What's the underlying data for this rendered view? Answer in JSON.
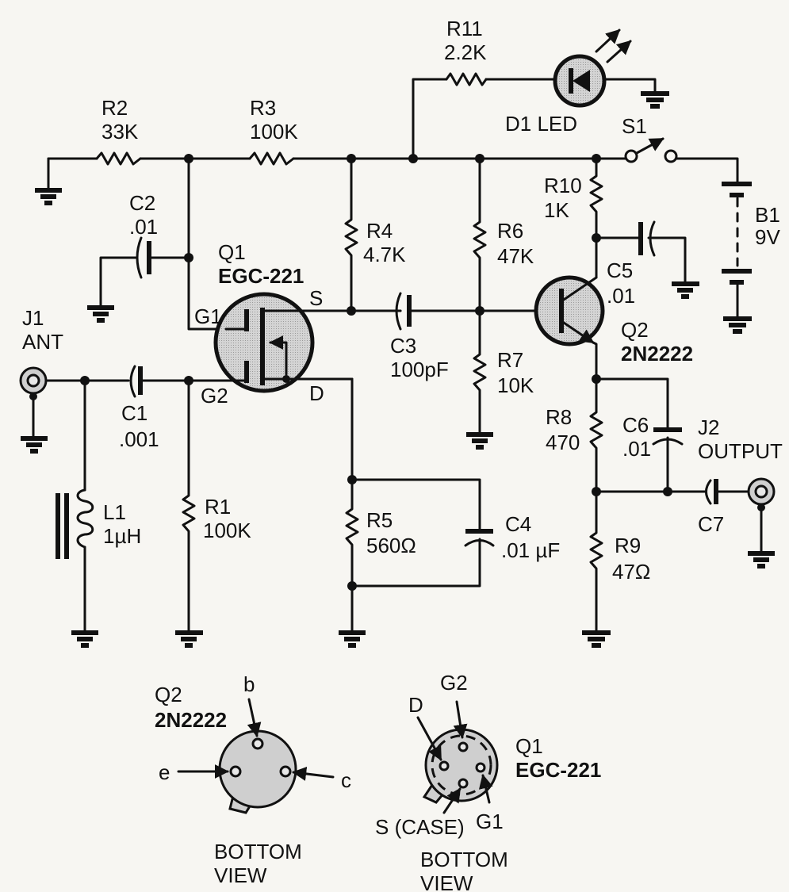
{
  "diagram": {
    "type": "circuit-schematic",
    "colors": {
      "ink": "#111111",
      "component_fill": "#cfcfcf",
      "paper": "#f7f6f2"
    },
    "components": {
      "R2": {
        "ref": "R2",
        "value": "33K"
      },
      "R3": {
        "ref": "R3",
        "value": "100K"
      },
      "R11": {
        "ref": "R11",
        "value": "2.2K"
      },
      "D1": {
        "ref": "D1 LED"
      },
      "S1": {
        "ref": "S1"
      },
      "R10": {
        "ref": "R10",
        "value": "1K"
      },
      "B1": {
        "ref": "B1",
        "value": "9V"
      },
      "C2": {
        "ref": "C2",
        "value": ".01"
      },
      "Q1": {
        "ref": "Q1",
        "part": "EGC-221",
        "pin_g1": "G1",
        "pin_g2": "G2",
        "pin_s": "S",
        "pin_d": "D"
      },
      "R4": {
        "ref": "R4",
        "value": "4.7K"
      },
      "R6": {
        "ref": "R6",
        "value": "47K"
      },
      "C5": {
        "ref": "C5",
        "value": ".01"
      },
      "J1": {
        "ref": "J1",
        "name": "ANT"
      },
      "C3": {
        "ref": "C3",
        "value": "100pF"
      },
      "R7": {
        "ref": "R7",
        "value": "10K"
      },
      "Q2": {
        "ref": "Q2",
        "part": "2N2222"
      },
      "C1": {
        "ref": "C1",
        "value": ".001"
      },
      "R8": {
        "ref": "R8",
        "value": "470"
      },
      "C6": {
        "ref": "C6",
        "value": ".01"
      },
      "J2": {
        "ref": "J2",
        "name": "OUTPUT"
      },
      "L1": {
        "ref": "L1",
        "value": "1µH"
      },
      "R1": {
        "ref": "R1",
        "value": "100K"
      },
      "R5": {
        "ref": "R5",
        "value": "560Ω"
      },
      "C4": {
        "ref": "C4",
        "value": ".01 µF"
      },
      "C7": {
        "ref": "C7"
      },
      "R9": {
        "ref": "R9",
        "value": "47Ω"
      }
    },
    "pinouts": {
      "q2": {
        "ref": "Q2",
        "part": "2N2222",
        "pin_b": "b",
        "pin_e": "e",
        "pin_c": "c",
        "view_line1": "BOTTOM",
        "view_line2": "VIEW"
      },
      "q1": {
        "ref": "Q1",
        "part": "EGC-221",
        "pin_g2": "G2",
        "pin_d": "D",
        "pin_g1": "G1",
        "pin_s": "S (CASE)",
        "view_line1": "BOTTOM",
        "view_line2": "VIEW"
      }
    }
  }
}
